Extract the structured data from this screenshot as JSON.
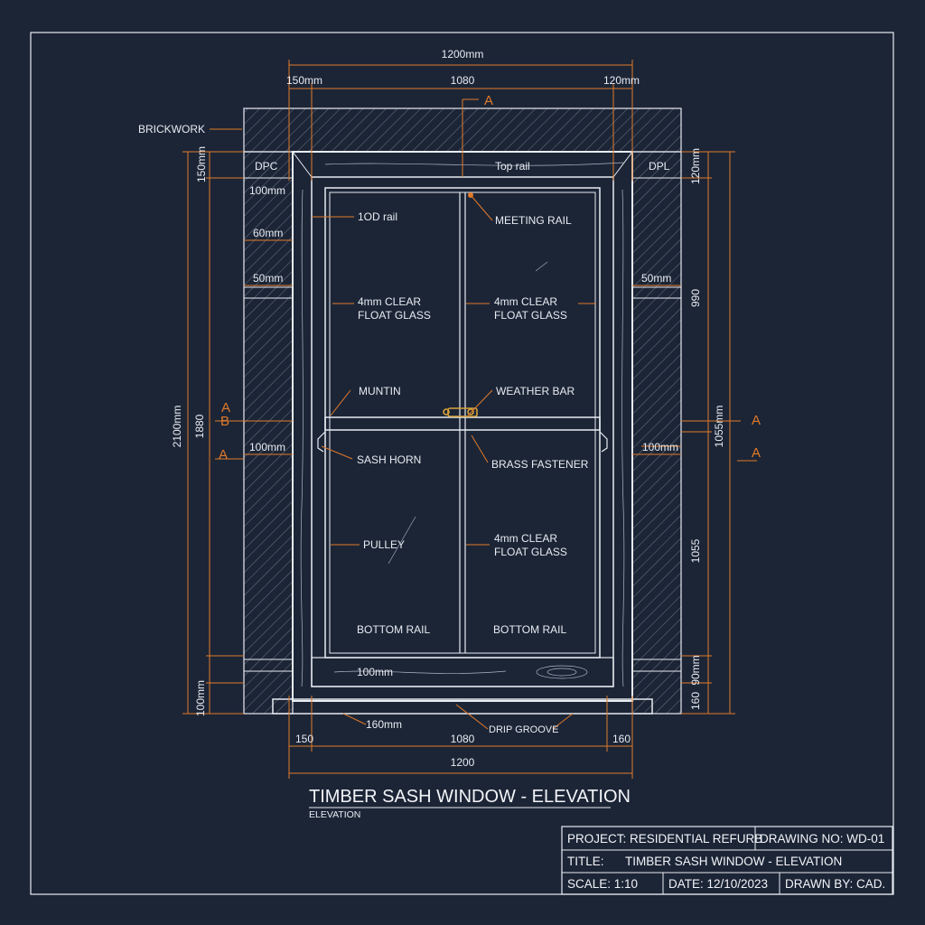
{
  "labels": {
    "brickwork": "BRICKWORK",
    "dpc_left": "DPC",
    "dpc_right": "DPL",
    "top_rail": "Top rail",
    "tod_rail": "1OD rail",
    "meeting_rail": "MEETING RAIL",
    "glass_tl_1": "4mm CLEAR",
    "glass_tl_2": "FLOAT GLASS",
    "glass_tr_1": "4mm CLEAR",
    "glass_tr_2": "FLOAT GLASS",
    "muntin": "MUNTIN",
    "weather_bar": "WEATHER BAR",
    "sash_horn": "SASH HORN",
    "brass_fastener": "BRASS FASTENER",
    "pulley": "PULLEY",
    "glass_br_1": "4mm CLEAR",
    "glass_br_2": "FLOAT GLASS",
    "bottom_rail_left": "BOTTOM RAIL",
    "bottom_rail_right": "BOTTOM RAIL",
    "drip_groove": "DRIP GROOVE"
  },
  "dims": {
    "top_overall": "1200mm",
    "top_left": "150mm",
    "top_mid": "1080",
    "top_right": "120mm",
    "left_150": "150mm",
    "left_100_top": "100mm",
    "left_60": "60mm",
    "left_50": "50mm",
    "left_100_mid": "100mm",
    "left_total": "2100mm",
    "left_inner": "1880",
    "left_bottom": "100mm",
    "right_top": "120mm",
    "right_50": "50mm",
    "right_990": "990",
    "right_100": "100mm",
    "right_mid": "1055mm",
    "right_lower": "1055",
    "right_90": "90mm",
    "right_160": "160",
    "inner_100_bottom": "100mm",
    "sill_160": "160mm",
    "bot_left": "150",
    "bot_mid": "1080",
    "bot_right": "160",
    "bot_overall": "1200"
  },
  "section_marks": {
    "top": "A",
    "left_a1": "A",
    "left_b": "B",
    "left_a2": "A",
    "right_a1": "A",
    "right_a2": "A"
  },
  "heading": {
    "title": "TIMBER SASH WINDOW - ELEVATION",
    "subtitle": "ELEVATION"
  },
  "title_block": {
    "project": "PROJECT: RESIDENTIAL REFURB",
    "drawing_no": "DRAWING NO: WD-01",
    "title_label": "TITLE:",
    "title_value": "TIMBER SASH WINDOW - ELEVATION",
    "scale": "SCALE: 1:10",
    "date": "DATE: 12/10/2023",
    "drawn_by": "DRAWN BY: CAD."
  },
  "colors": {
    "background": "#1c2536",
    "linework": "#e8ecf2",
    "dimension": "#e07a2a",
    "fastener": "#d6a23a"
  }
}
